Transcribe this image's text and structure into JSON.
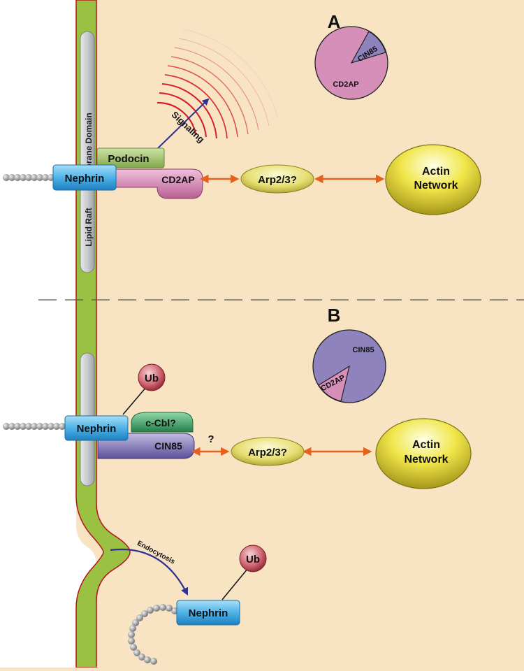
{
  "panel_a": {
    "label": "A",
    "pie_labels": {
      "minor": "CIN85",
      "major": "CD2AP"
    },
    "pie_fraction_minor": 0.1,
    "membrane_label_top": "Membrane Domain",
    "membrane_label_bottom": "Lipid Raft",
    "podocin": "Podocin",
    "nephrin": "Nephrin",
    "adaptor": "CD2AP",
    "signaling": "Signaling",
    "arp": "Arp2/3?",
    "actin_line1": "Actin",
    "actin_line2": "Network"
  },
  "panel_b": {
    "label": "B",
    "pie_labels": {
      "major": "CIN85",
      "minor": "CD2AP"
    },
    "pie_fraction_minor": 0.1,
    "ub": "Ub",
    "nephrin": "Nephrin",
    "cbl": "c-Cbl?",
    "adaptor": "CIN85",
    "question": "?",
    "arp": "Arp2/3?",
    "actin_line1": "Actin",
    "actin_line2": "Network",
    "endocytosis": "Endocytosis",
    "ub2": "Ub",
    "nephrin2": "Nephrin"
  },
  "colors": {
    "background": "#f8e3c2",
    "membrane": "#9bc142",
    "membrane_edge": "#b5121b",
    "nephrin": "#4fb3e8",
    "podocin": "#9fc26a",
    "cd2ap": "#d68fb9",
    "cin85": "#8f83bd",
    "cbl": "#3fa86a",
    "arp_ellipse": "#e8e27a",
    "actin_ellipse": "#e7dc33",
    "arrow_orange": "#e3621d",
    "arrow_blue": "#2e3192",
    "signal_red": "#d51e2b",
    "ub": "#c9515d"
  }
}
